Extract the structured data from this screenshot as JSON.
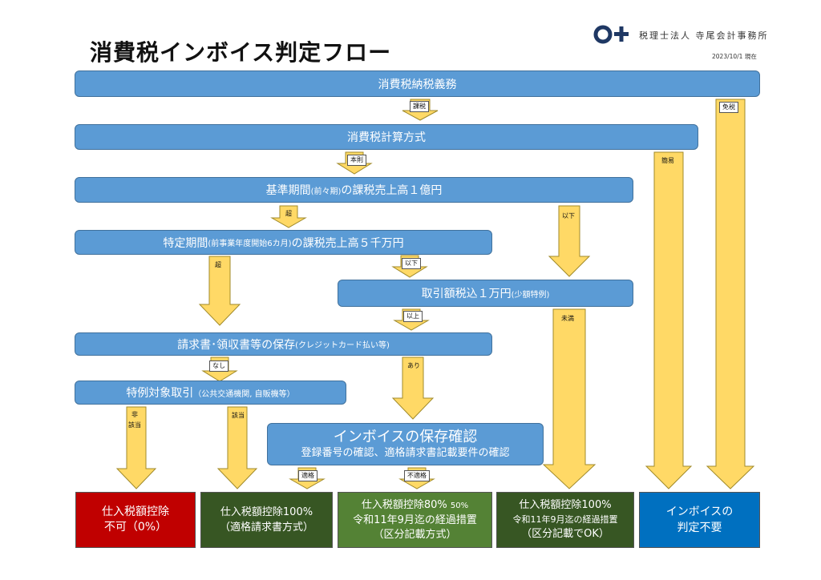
{
  "header": {
    "title": "消費税インボイス判定フロー",
    "firm": "税理士法人 寺尾会計事務所",
    "date": "2023/10/1 現在"
  },
  "flow": {
    "bar1": "消費税納税義務",
    "bar2": "消費税計算方式",
    "bar3_a": "基準期間",
    "bar3_b": "(前々期)",
    "bar3_c": "の課税売上高１億円",
    "bar4_a": "特定期間",
    "bar4_b": "(前事業年度開始6カ月)",
    "bar4_c": "の課税売上高５千万円",
    "bar5_a": "取引額税込１万円",
    "bar5_b": "(少額特例)",
    "bar6_a": "請求書･領収書等の保存",
    "bar6_b": "(クレジットカード払い等)",
    "bar7_a": "特例対象取引",
    "bar7_b": "（公共交通機関, 自販機等）",
    "bar8_title": "インボイスの保存確認",
    "bar8_sub": "登録番号の確認、適格請求書記載要件の確認"
  },
  "labels": {
    "kazei": "課税",
    "menzei": "免税",
    "honsoku": "本則",
    "kan_i": "簡易",
    "cho1": "超",
    "ika1": "以下",
    "cho2": "超",
    "ika2": "以下",
    "ijo": "以上",
    "miman": "未満",
    "nashi": "なし",
    "ari": "あり",
    "higaito1": "非",
    "higaito2": "該当",
    "gaito": "該当",
    "tekikaku": "適格",
    "futekikaku": "不適格"
  },
  "results": {
    "r1_l1": "仕入税額控除",
    "r1_l2": "不可（0%）",
    "r2_l1": "仕入税額控除100%",
    "r2_l2": "（適格請求書方式）",
    "r3_l1a": "仕入税額控除80%",
    "r3_l1b": "50%",
    "r3_l2": "令和11年9月迄の経過措置",
    "r3_l3": "（区分記載方式）",
    "r4_l1": "仕入税額控除100%",
    "r4_l2": "令和11年9月迄の経過措置",
    "r4_l3": "（区分記載でOK）",
    "r5_l1": "インボイスの",
    "r5_l2": "判定不要"
  },
  "colors": {
    "bar": "#5b9bd5",
    "arrow": "#ffd966",
    "red": "#c00000",
    "dark_green": "#375623",
    "green": "#548235",
    "blue": "#0070c0"
  }
}
